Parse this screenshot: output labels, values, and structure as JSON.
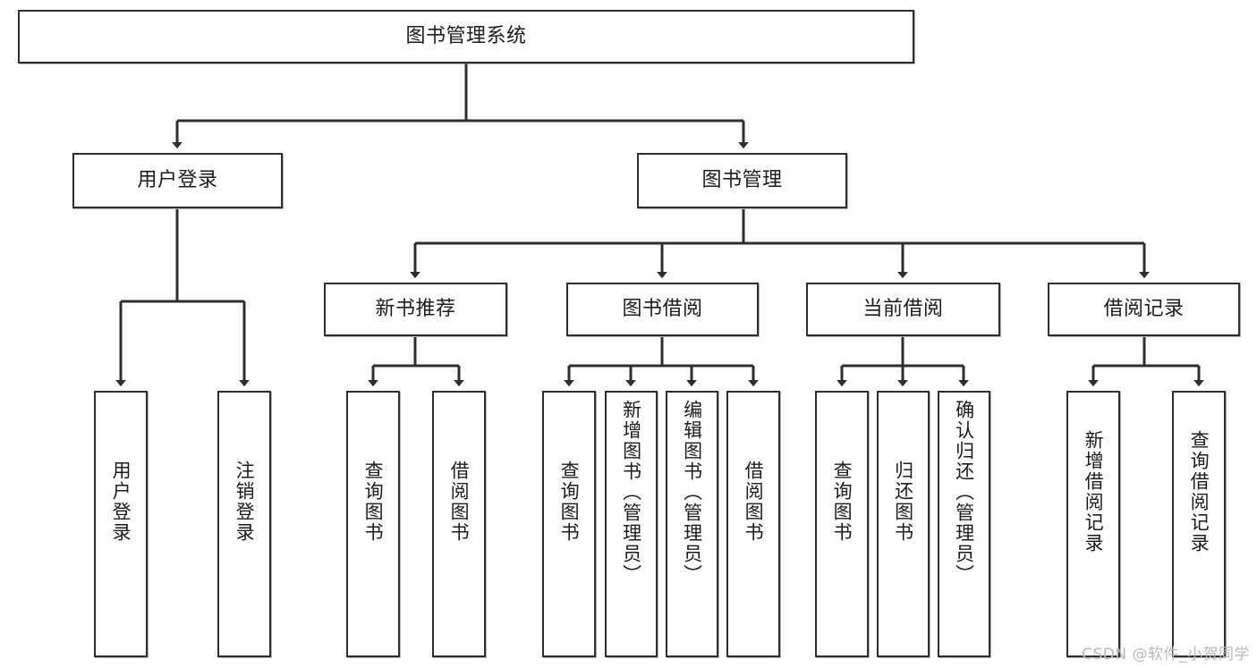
{
  "diagram": {
    "type": "tree-hierarchy",
    "title": "图书管理系统",
    "watermark": "CSDN @软件_小贺同学",
    "colors": {
      "stroke": "#2e2e2e",
      "fill": "#ffffff",
      "text": "#1c1c1c",
      "watermark": "#b9b9b9"
    },
    "nodes": {
      "root": {
        "label": "图书管理系统"
      },
      "level2": [
        {
          "id": "user-login",
          "label": "用户登录"
        },
        {
          "id": "book-manage",
          "label": "图书管理"
        }
      ],
      "level3": [
        {
          "id": "new-book-rec",
          "label": "新书推荐"
        },
        {
          "id": "book-borrow",
          "label": "图书借阅"
        },
        {
          "id": "current-borrow",
          "label": "当前借阅"
        },
        {
          "id": "borrow-record",
          "label": "借阅记录"
        }
      ],
      "leaves": {
        "user-login": [
          {
            "id": "leaf-user-login",
            "label": "用户登录"
          },
          {
            "id": "leaf-logout-login",
            "label": "注销登录"
          }
        ],
        "new-book-rec": [
          {
            "id": "leaf-query-book-1",
            "label": "查询图书"
          },
          {
            "id": "leaf-borrow-book-1",
            "label": "借阅图书"
          }
        ],
        "book-borrow": [
          {
            "id": "leaf-query-book-2",
            "label": "查询图书"
          },
          {
            "id": "leaf-add-book",
            "label": "新增图书（管理员）"
          },
          {
            "id": "leaf-edit-book",
            "label": "编辑图书（管理员）"
          },
          {
            "id": "leaf-borrow-book-2",
            "label": "借阅图书"
          }
        ],
        "current-borrow": [
          {
            "id": "leaf-query-book-3",
            "label": "查询图书"
          },
          {
            "id": "leaf-return-book",
            "label": "归还图书"
          },
          {
            "id": "leaf-confirm-return",
            "label": "确认归还（管理员）"
          }
        ],
        "borrow-record": [
          {
            "id": "leaf-add-record",
            "label": "新增借阅记录"
          },
          {
            "id": "leaf-query-record",
            "label": "查询借阅记录"
          }
        ]
      }
    }
  }
}
